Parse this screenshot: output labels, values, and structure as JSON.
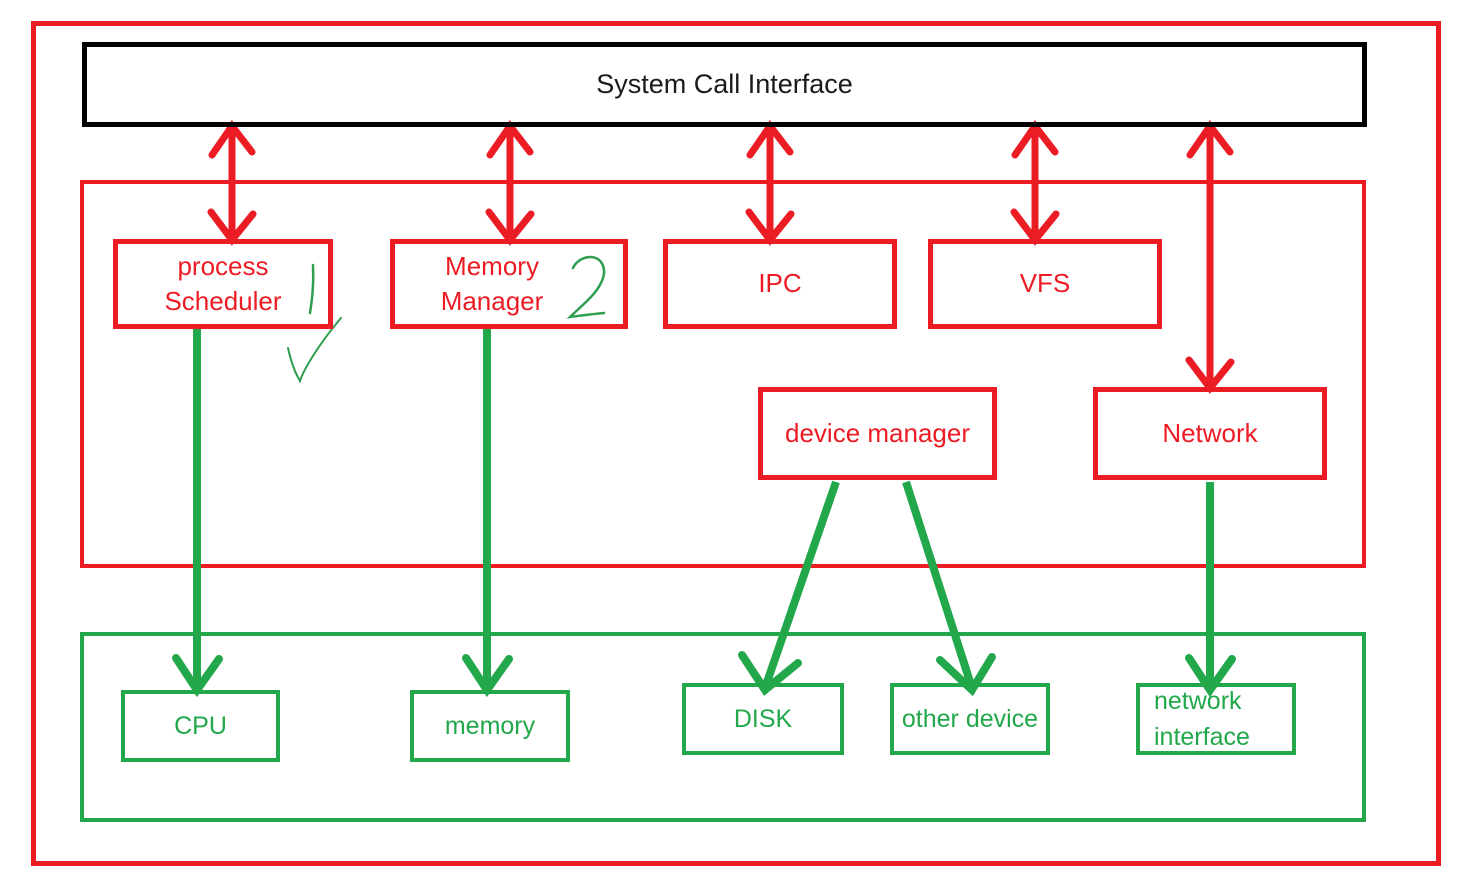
{
  "diagram": {
    "title_box": {
      "label": "System Call Interface",
      "color": "#000000"
    },
    "colors": {
      "kernel": "#ec1c24",
      "hardware": "#22a84b",
      "interface": "#000000",
      "background": "#ffffff"
    },
    "layers": {
      "outer_frame_name": "system-boundary",
      "kernel_frame_name": "kernel-layer",
      "hardware_frame_name": "hardware-layer"
    },
    "kernel_boxes": [
      {
        "id": "process-scheduler",
        "label": "process\nScheduler",
        "line1": "process",
        "line2": "Scheduler"
      },
      {
        "id": "memory-manager",
        "label": "Memory\nManager",
        "line1": "Memory",
        "line2": "Manager"
      },
      {
        "id": "ipc",
        "label": "IPC"
      },
      {
        "id": "vfs",
        "label": "VFS"
      },
      {
        "id": "device-manager",
        "label": "device manager"
      },
      {
        "id": "network",
        "label": "Network"
      }
    ],
    "hardware_boxes": [
      {
        "id": "cpu",
        "label": "CPU"
      },
      {
        "id": "memory",
        "label": "memory"
      },
      {
        "id": "disk",
        "label": "DISK"
      },
      {
        "id": "other-device",
        "label": "other device"
      },
      {
        "id": "network-interface",
        "label": "network\ninterface",
        "line1": "network",
        "line2": "interface"
      }
    ],
    "annotations": [
      {
        "id": "handwritten-one",
        "text": "1"
      },
      {
        "id": "handwritten-two",
        "text": "2"
      }
    ],
    "connections": [
      {
        "from": "System Call Interface",
        "to": "process Scheduler",
        "style": "double-arrow",
        "color": "#ec1c24"
      },
      {
        "from": "System Call Interface",
        "to": "Memory Manager",
        "style": "double-arrow",
        "color": "#ec1c24"
      },
      {
        "from": "System Call Interface",
        "to": "IPC",
        "style": "double-arrow",
        "color": "#ec1c24"
      },
      {
        "from": "System Call Interface",
        "to": "VFS",
        "style": "double-arrow",
        "color": "#ec1c24"
      },
      {
        "from": "System Call Interface",
        "to": "Network",
        "style": "double-arrow",
        "color": "#ec1c24"
      },
      {
        "from": "process Scheduler",
        "to": "CPU",
        "style": "arrow",
        "color": "#22a84b"
      },
      {
        "from": "Memory Manager",
        "to": "memory",
        "style": "arrow",
        "color": "#22a84b"
      },
      {
        "from": "device manager",
        "to": "DISK",
        "style": "arrow",
        "color": "#22a84b"
      },
      {
        "from": "device manager",
        "to": "other device",
        "style": "arrow",
        "color": "#22a84b"
      },
      {
        "from": "Network",
        "to": "network interface",
        "style": "arrow",
        "color": "#22a84b"
      }
    ]
  }
}
